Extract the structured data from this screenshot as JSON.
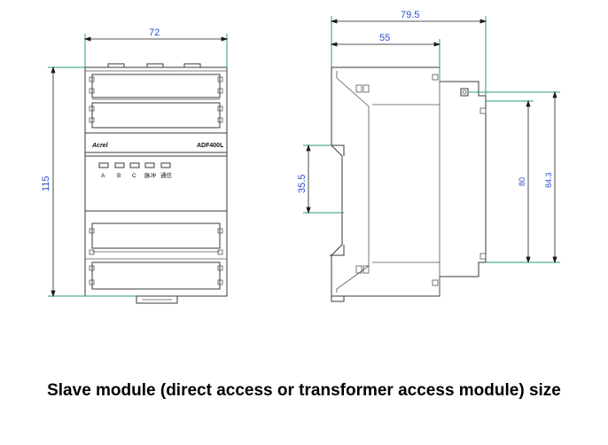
{
  "front_view": {
    "width_dim": "72",
    "height_dim": "115",
    "brand_label": "Acrel",
    "model_label": "ADF400L",
    "indicator_labels": [
      "A",
      "B",
      "C",
      "脉冲",
      "通信"
    ]
  },
  "side_view": {
    "total_depth_dim": "79.5",
    "depth_dim": "55",
    "rail_dim": "35.5",
    "height_dim_a": "80",
    "height_dim_b": "84.3"
  },
  "caption": "Slave module (direct access or transformer access module) size",
  "colors": {
    "dimension_text": "#2e4fd1",
    "extension_line": "#2e9e6a",
    "outline": "#3a3a3a"
  }
}
